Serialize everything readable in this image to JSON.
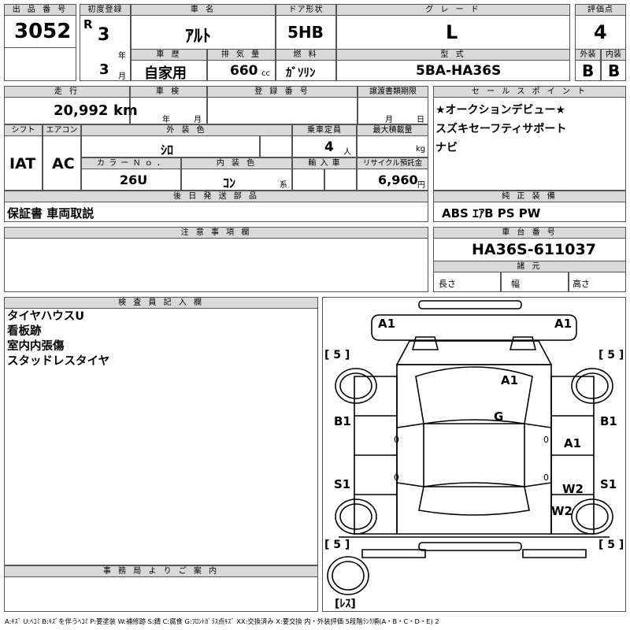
{
  "lot": {
    "label": "出 品 番 号",
    "value": "3052"
  },
  "first_reg": {
    "label": "初度登録",
    "era": "R",
    "year": "3",
    "year_unit": "年",
    "month": "3",
    "month_unit": "月"
  },
  "car_name": {
    "label": "車 名",
    "value": "ｱﾙﾄ"
  },
  "door": {
    "label": "ドア形状",
    "value": "5HB"
  },
  "grade": {
    "label": "グ レ ー ド",
    "value": "L"
  },
  "score": {
    "label": "評価点",
    "value": "4"
  },
  "history": {
    "label": "車 歴",
    "value": "自家用"
  },
  "displacement": {
    "label": "排 気 量",
    "value": "660",
    "unit": "cc"
  },
  "fuel": {
    "label": "燃 料",
    "value": "ｶﾞｿﾘﾝ"
  },
  "model": {
    "label": "型 式",
    "value": "5BA-HA36S"
  },
  "exterior_grade": {
    "label": "外装",
    "value": "B"
  },
  "interior_grade": {
    "label": "内装",
    "value": "B"
  },
  "mileage": {
    "label": "走 行",
    "value": "20,992",
    "unit": "km"
  },
  "inspection": {
    "label": "車 検",
    "year_unit": "年",
    "month_unit": "月"
  },
  "reg_no": {
    "label": "登 録 番 号"
  },
  "transfer_docs": {
    "label": "譲渡書類期限",
    "month_unit": "月",
    "day_unit": "日"
  },
  "sales_point": {
    "label": "セ ー ル ス ポ イ ン ト",
    "lines": [
      "★オークションデビュー★",
      "スズキセーフティサポート",
      "ナビ"
    ]
  },
  "shift": {
    "label": "シフト",
    "value": "IAT"
  },
  "aircon": {
    "label": "エアコン",
    "value": "AC"
  },
  "ext_color": {
    "label": "外 装 色",
    "value": "ｼﾛ"
  },
  "capacity": {
    "label": "乗車定員",
    "value": "4",
    "unit": "人"
  },
  "max_load": {
    "label": "最大積載量",
    "unit": "kg"
  },
  "color_no": {
    "label": "カ ラ ー Ｎ ｏ ．",
    "value": "26U"
  },
  "int_color": {
    "label": "内 装 色",
    "value": "ｺﾝ",
    "unit": "系"
  },
  "import": {
    "label": "輸 入 車"
  },
  "recycle": {
    "label": "リサイクル預託金",
    "value": "6,960",
    "unit": "円"
  },
  "later_parts": {
    "label": "後 日 発 送 部 品",
    "value": "保証書 車両取説"
  },
  "equipment": {
    "label": "純 正 装 備",
    "value": "ABS ｴｱB PS PW"
  },
  "notes": {
    "label": "注 意 事 項 欄"
  },
  "chassis": {
    "label": "車 台 番 号",
    "value": "HA36S-611037"
  },
  "specs": {
    "label": "諸 元",
    "length": "長さ",
    "width": "幅",
    "height": "高さ"
  },
  "inspector": {
    "label": "検 査 員 記 入 欄",
    "lines": [
      "タイヤハウスU",
      "看板跡",
      "室内内張傷",
      "スタッドレスタイヤ"
    ]
  },
  "office": {
    "label": "事 務 局 よ り ご 案 内"
  },
  "diagram": {
    "marks": [
      "A1",
      "A1",
      "A1",
      "G",
      "A1",
      "B1",
      "B1",
      "S1",
      "S1",
      "W2",
      "W2"
    ],
    "tires": [
      "[ 5 ]",
      "[ 5 ]",
      "[ 5 ]",
      "[ 5 ]"
    ],
    "spare": "[ﾚｽ]",
    "zeros": [
      "0",
      "0",
      "0",
      "0"
    ]
  },
  "legend": "A:ｷｽﾞ U:ﾍｺﾐ B:ｷｽﾞを伴うﾍｺﾐ P:要塗装 W:補修跡 S:錆 C:腐食 G:ﾌﾛﾝﾄｶﾞﾗｽ点ｷｽﾞ XX:交換済み X:要交換 内・外装評価 5段階ﾗﾝｸ順(A・B・C・D・E) 2"
}
